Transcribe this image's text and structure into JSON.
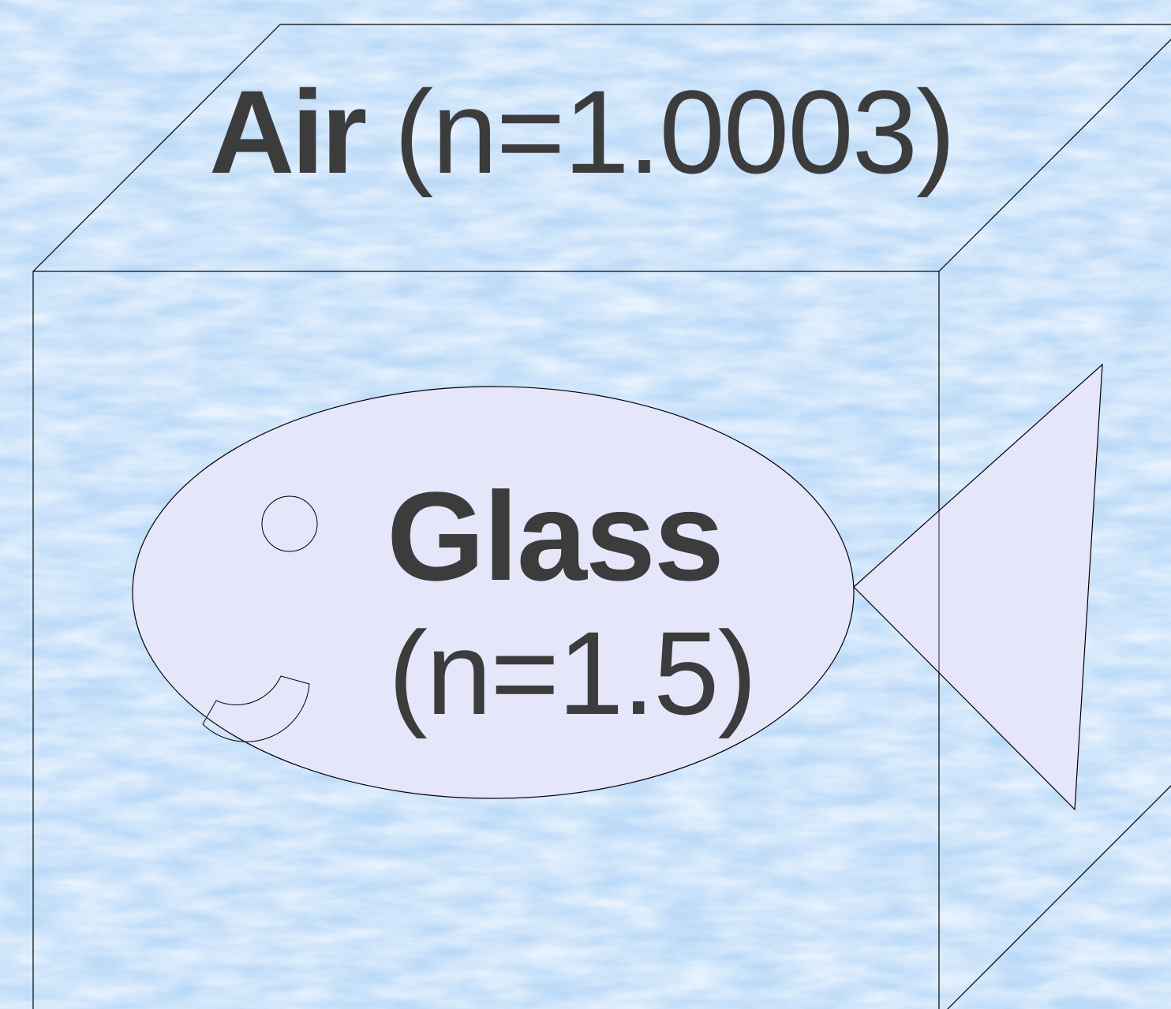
{
  "air": {
    "name": "Air",
    "index_text": "(n=1.0003)"
  },
  "glass": {
    "name": "Glass",
    "index_text": "(n=1.5)"
  },
  "colors": {
    "background": "#c3def8",
    "fish_fill": "#e6e6fa",
    "outline": "#000000",
    "text": "#3c3c3c"
  }
}
